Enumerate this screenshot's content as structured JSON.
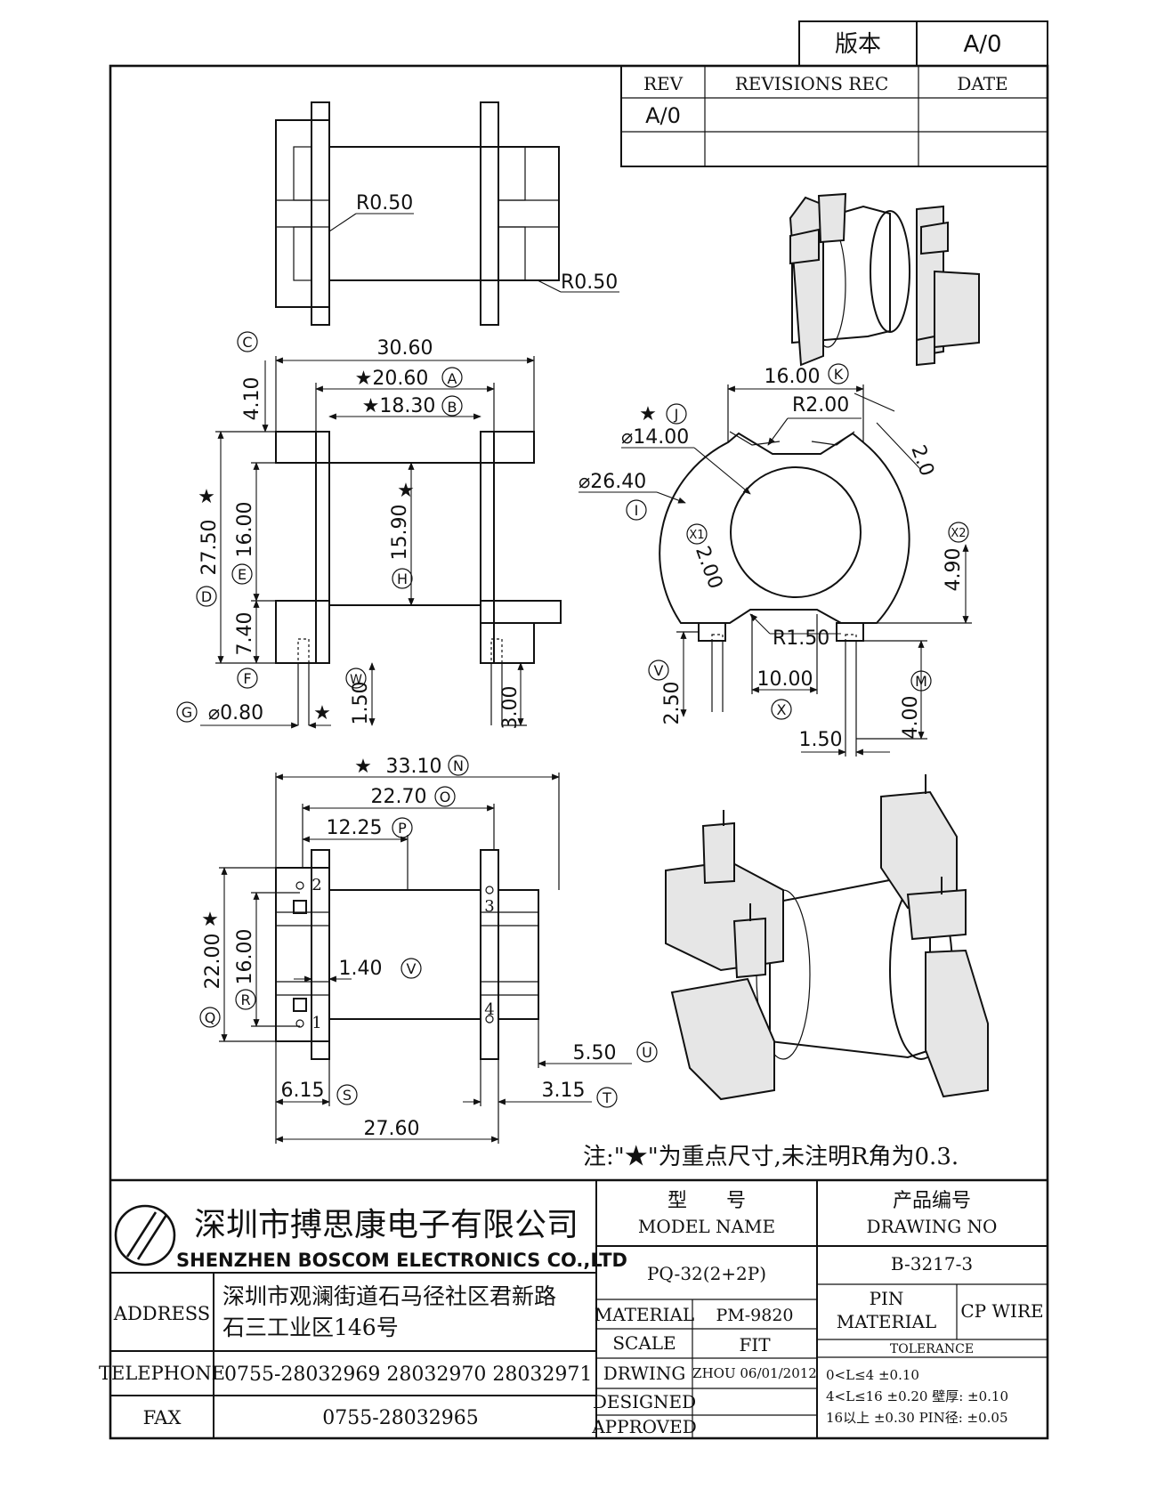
{
  "version_box": {
    "label": "版本",
    "value": "A/0"
  },
  "revision_table": {
    "headers": [
      "REV",
      "REVISIONS REC",
      "DATE"
    ],
    "rows": [
      [
        "A/0",
        "",
        ""
      ],
      [
        "",
        "",
        ""
      ]
    ]
  },
  "views": {
    "top_view": {
      "labels": [
        "R0.50",
        "R0.50"
      ]
    },
    "front_view": {
      "dims": {
        "overall_width": "30.60",
        "a": "★20.60",
        "b": "★18.30",
        "c": "4.10",
        "d": "27.50",
        "e": "16.00",
        "h": "15.90",
        "f": "7.40",
        "g": "⌀0.80",
        "w": "1.50",
        "pin": "3.00"
      },
      "markers": [
        "A",
        "B",
        "C",
        "D",
        "E",
        "F",
        "G",
        "H",
        "W"
      ]
    },
    "side_view": {
      "dims": {
        "k": "16.00",
        "r2": "R2.00",
        "j": "⌀14.00",
        "i": "⌀26.40",
        "angle": "2.0",
        "x1": "2.00",
        "x2": "4.90",
        "r15": "R1.50",
        "x": "10.00",
        "v": "2.50",
        "m": "4.00",
        "pitch": "1.50"
      },
      "markers": [
        "J",
        "K",
        "I",
        "X1",
        "X2",
        "V",
        "X",
        "M"
      ]
    },
    "bottom_view": {
      "dims": {
        "n": "33.10",
        "o": "22.70",
        "p": "12.25",
        "q": "22.00",
        "r": "16.00",
        "wall": "1.40",
        "u": "5.50",
        "t": "3.15",
        "s": "6.15",
        "overall": "27.60"
      },
      "pin_numbers": [
        "1",
        "2",
        "3",
        "4"
      ],
      "markers": [
        "N",
        "O",
        "P",
        "Q",
        "R",
        "S",
        "T",
        "U",
        "V"
      ]
    }
  },
  "note": "注:\"★\"为重点尺寸,未注明R角为0.3.",
  "title_block": {
    "company_cn": "深圳市搏思康电子有限公司",
    "company_en": "SHENZHEN BOSCOM ELECTRONICS CO.,LTD",
    "address_label": "ADDRESS",
    "address_line1": "深圳市观澜街道石马径社区君新路",
    "address_line2": "石三工业区146号",
    "telephone_label": "TELEPHONE",
    "telephone": "0755-28032969 28032970 28032971",
    "fax_label": "FAX",
    "fax": "0755-28032965",
    "model_cn": "型　　号",
    "model_en": "MODEL NAME",
    "model_value": "PQ-32(2+2P)",
    "drawing_cn": "产品编号",
    "drawing_en": "DRAWING NO",
    "drawing_value": "B-3217-3",
    "material_label": "MATERIAL",
    "material_value": "PM-9820",
    "scale_label": "SCALE",
    "scale_value": "FIT",
    "drwing_label": "DRWING",
    "drwing_value": "ZHOU 06/01/2012",
    "designed_label": "DESIGNED",
    "approved_label": "APPROVED",
    "pin_material_label1": "PIN",
    "pin_material_label2": "MATERIAL",
    "pin_material_value": "CP WIRE",
    "tolerance_label": "TOLERANCE",
    "tolerance_lines": [
      "0<L≤4  ±0.10",
      "4<L≤16  ±0.20   壁厚:   ±0.10",
      "16以上     ±0.30   PIN径: ±0.05"
    ]
  }
}
